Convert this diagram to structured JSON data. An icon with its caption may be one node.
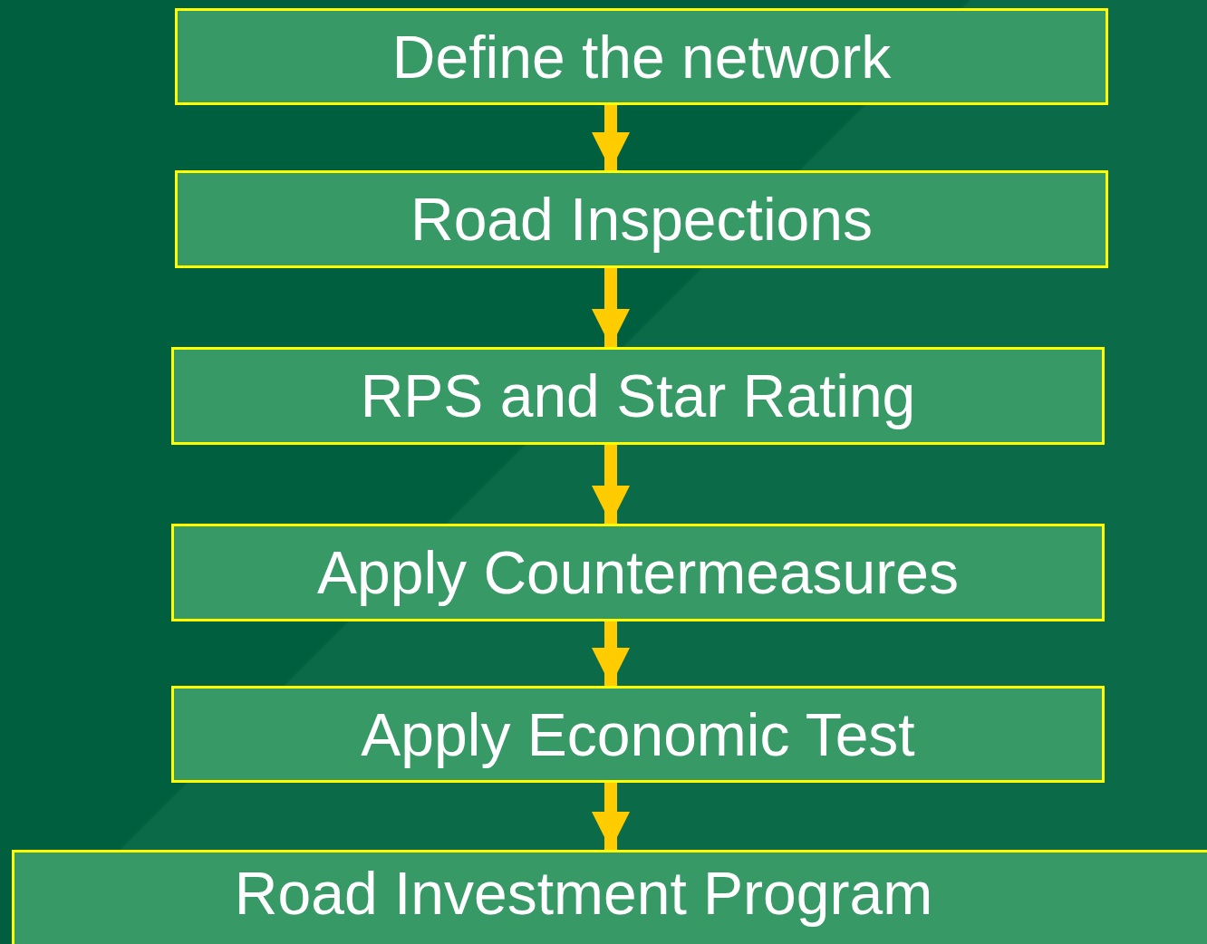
{
  "diagram": {
    "nodes": [
      {
        "text": [
          "Define the network"
        ]
      },
      {
        "text": [
          "Road Inspections"
        ]
      },
      {
        "text": [
          "RPS and Star Rating"
        ]
      },
      {
        "text": [
          "Apply Countermeasures"
        ]
      },
      {
        "text": [
          "Apply Economic Test"
        ]
      },
      {
        "text": [
          "Road Investment Program"
        ]
      }
    ],
    "edges": [
      {
        "from": 0,
        "to": 1,
        "arrow": "to"
      },
      {
        "from": 1,
        "to": 2,
        "arrow": "to"
      },
      {
        "from": 2,
        "to": 3,
        "arrow": "to"
      },
      {
        "from": 3,
        "to": 4,
        "arrow": "to"
      },
      {
        "from": 4,
        "to": 5,
        "arrow": "to"
      }
    ]
  }
}
